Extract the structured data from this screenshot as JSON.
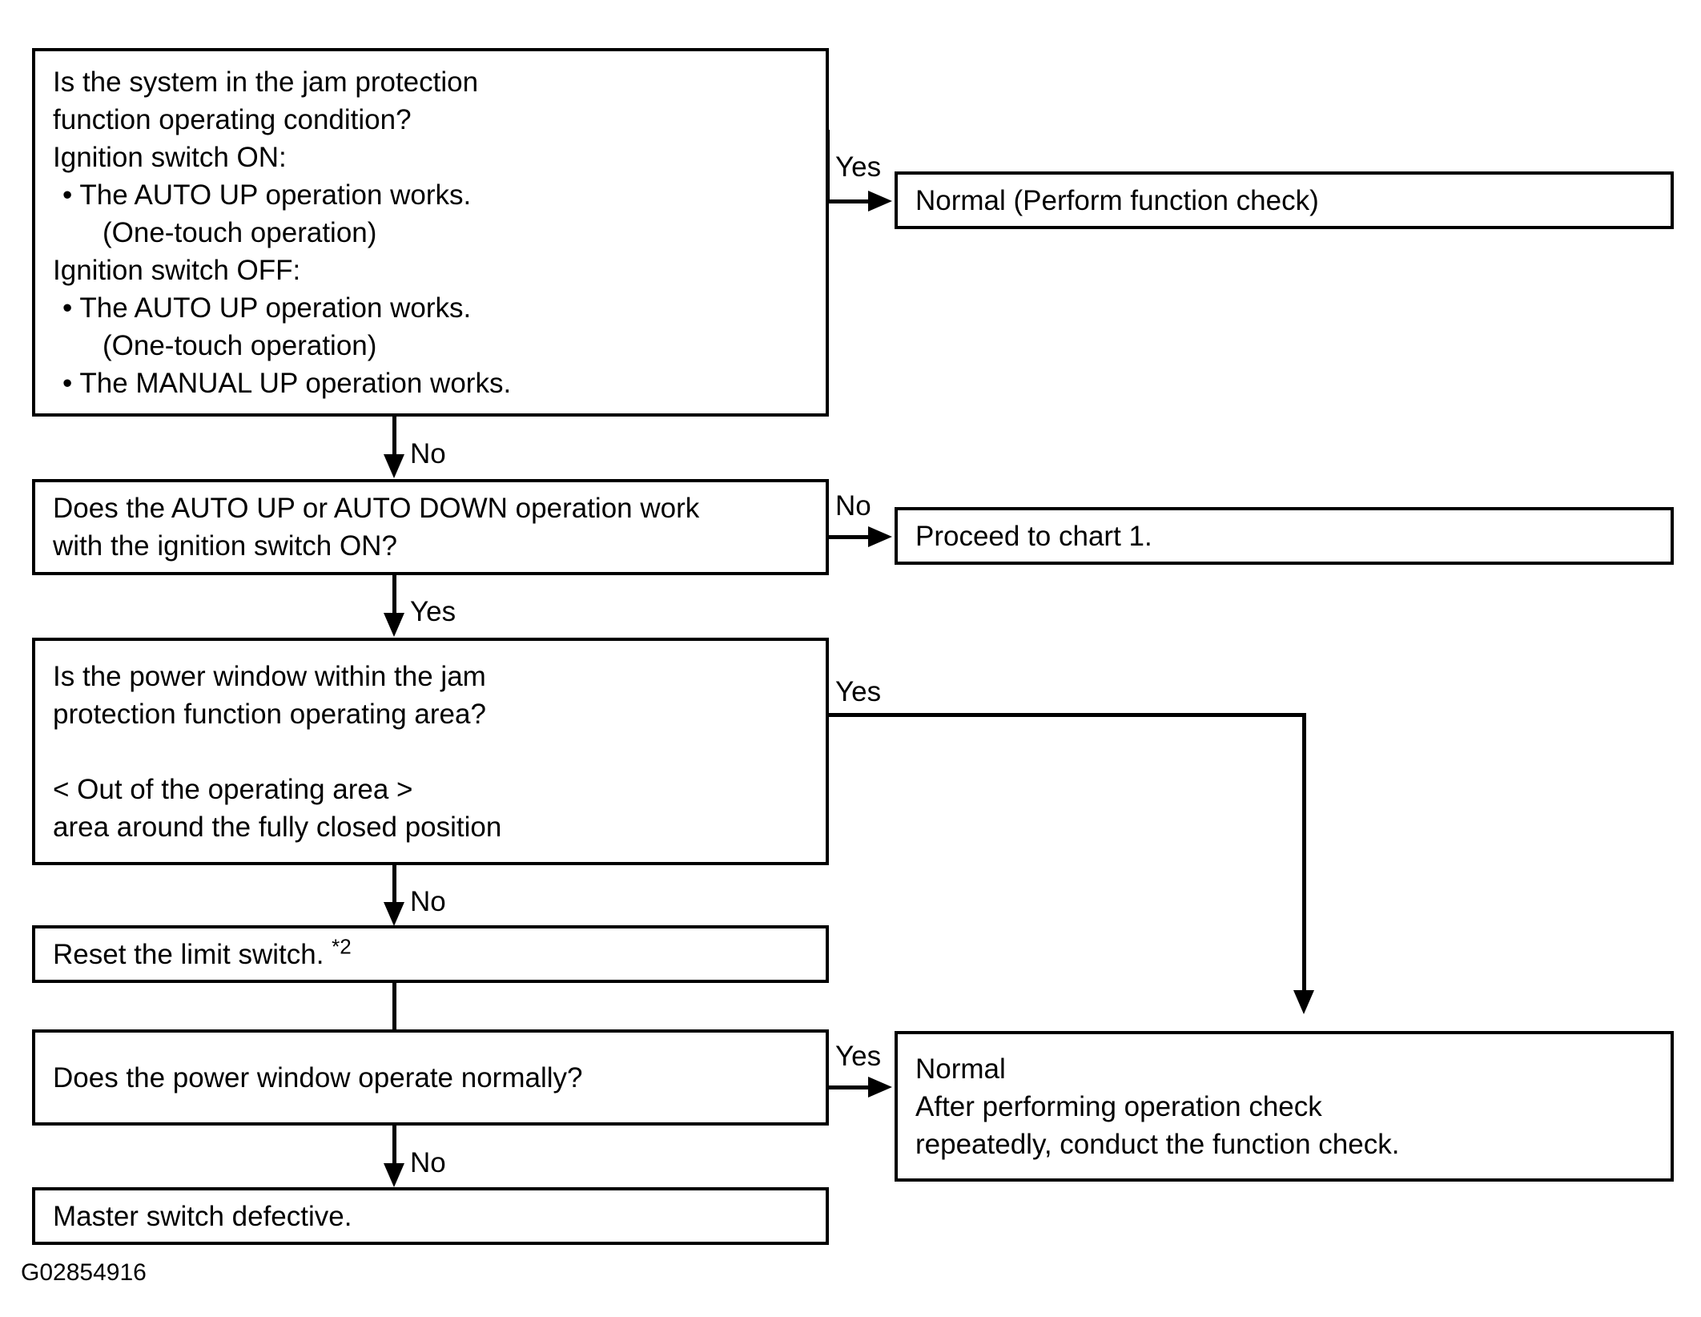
{
  "diagram": {
    "caption": "G02854916",
    "nodes": [
      {
        "id": "q1",
        "lines": [
          "Is the system in the jam protection",
          "function operating condition?",
          "Ignition switch ON:",
          "• The AUTO UP operation works.",
          "(One-touch operation)",
          "Ignition switch OFF:",
          "• The AUTO UP operation works.",
          "(One-touch operation)",
          "• The MANUAL UP operation works."
        ]
      },
      {
        "id": "r1",
        "lines": [
          "Normal (Perform function check)"
        ]
      },
      {
        "id": "q2",
        "lines": [
          "Does the AUTO UP or AUTO DOWN operation work",
          "with the ignition switch ON?"
        ]
      },
      {
        "id": "r2",
        "lines": [
          "Proceed to chart 1."
        ]
      },
      {
        "id": "q3",
        "lines": [
          "Is the power window within the jam",
          "protection function operating area?",
          "",
          "< Out of the operating area >",
          "area around the fully closed position"
        ]
      },
      {
        "id": "a1",
        "lines": [
          "Reset the limit switch. "
        ],
        "superscript": "*2"
      },
      {
        "id": "q4",
        "lines": [
          "Does the power window operate normally?"
        ]
      },
      {
        "id": "r3",
        "lines": [
          "Normal",
          "After performing operation check",
          "repeatedly, conduct the function check."
        ]
      },
      {
        "id": "a2",
        "lines": [
          "Master switch defective."
        ]
      }
    ],
    "edges": {
      "q1_yes": "Yes",
      "q1_no": "No",
      "q2_no": "No",
      "q2_yes": "Yes",
      "q3_yes": "Yes",
      "q3_no": "No",
      "q4_yes": "Yes",
      "q4_no": "No"
    },
    "colors": {
      "line": "#000000",
      "background": "#ffffff",
      "text": "#000000"
    }
  }
}
